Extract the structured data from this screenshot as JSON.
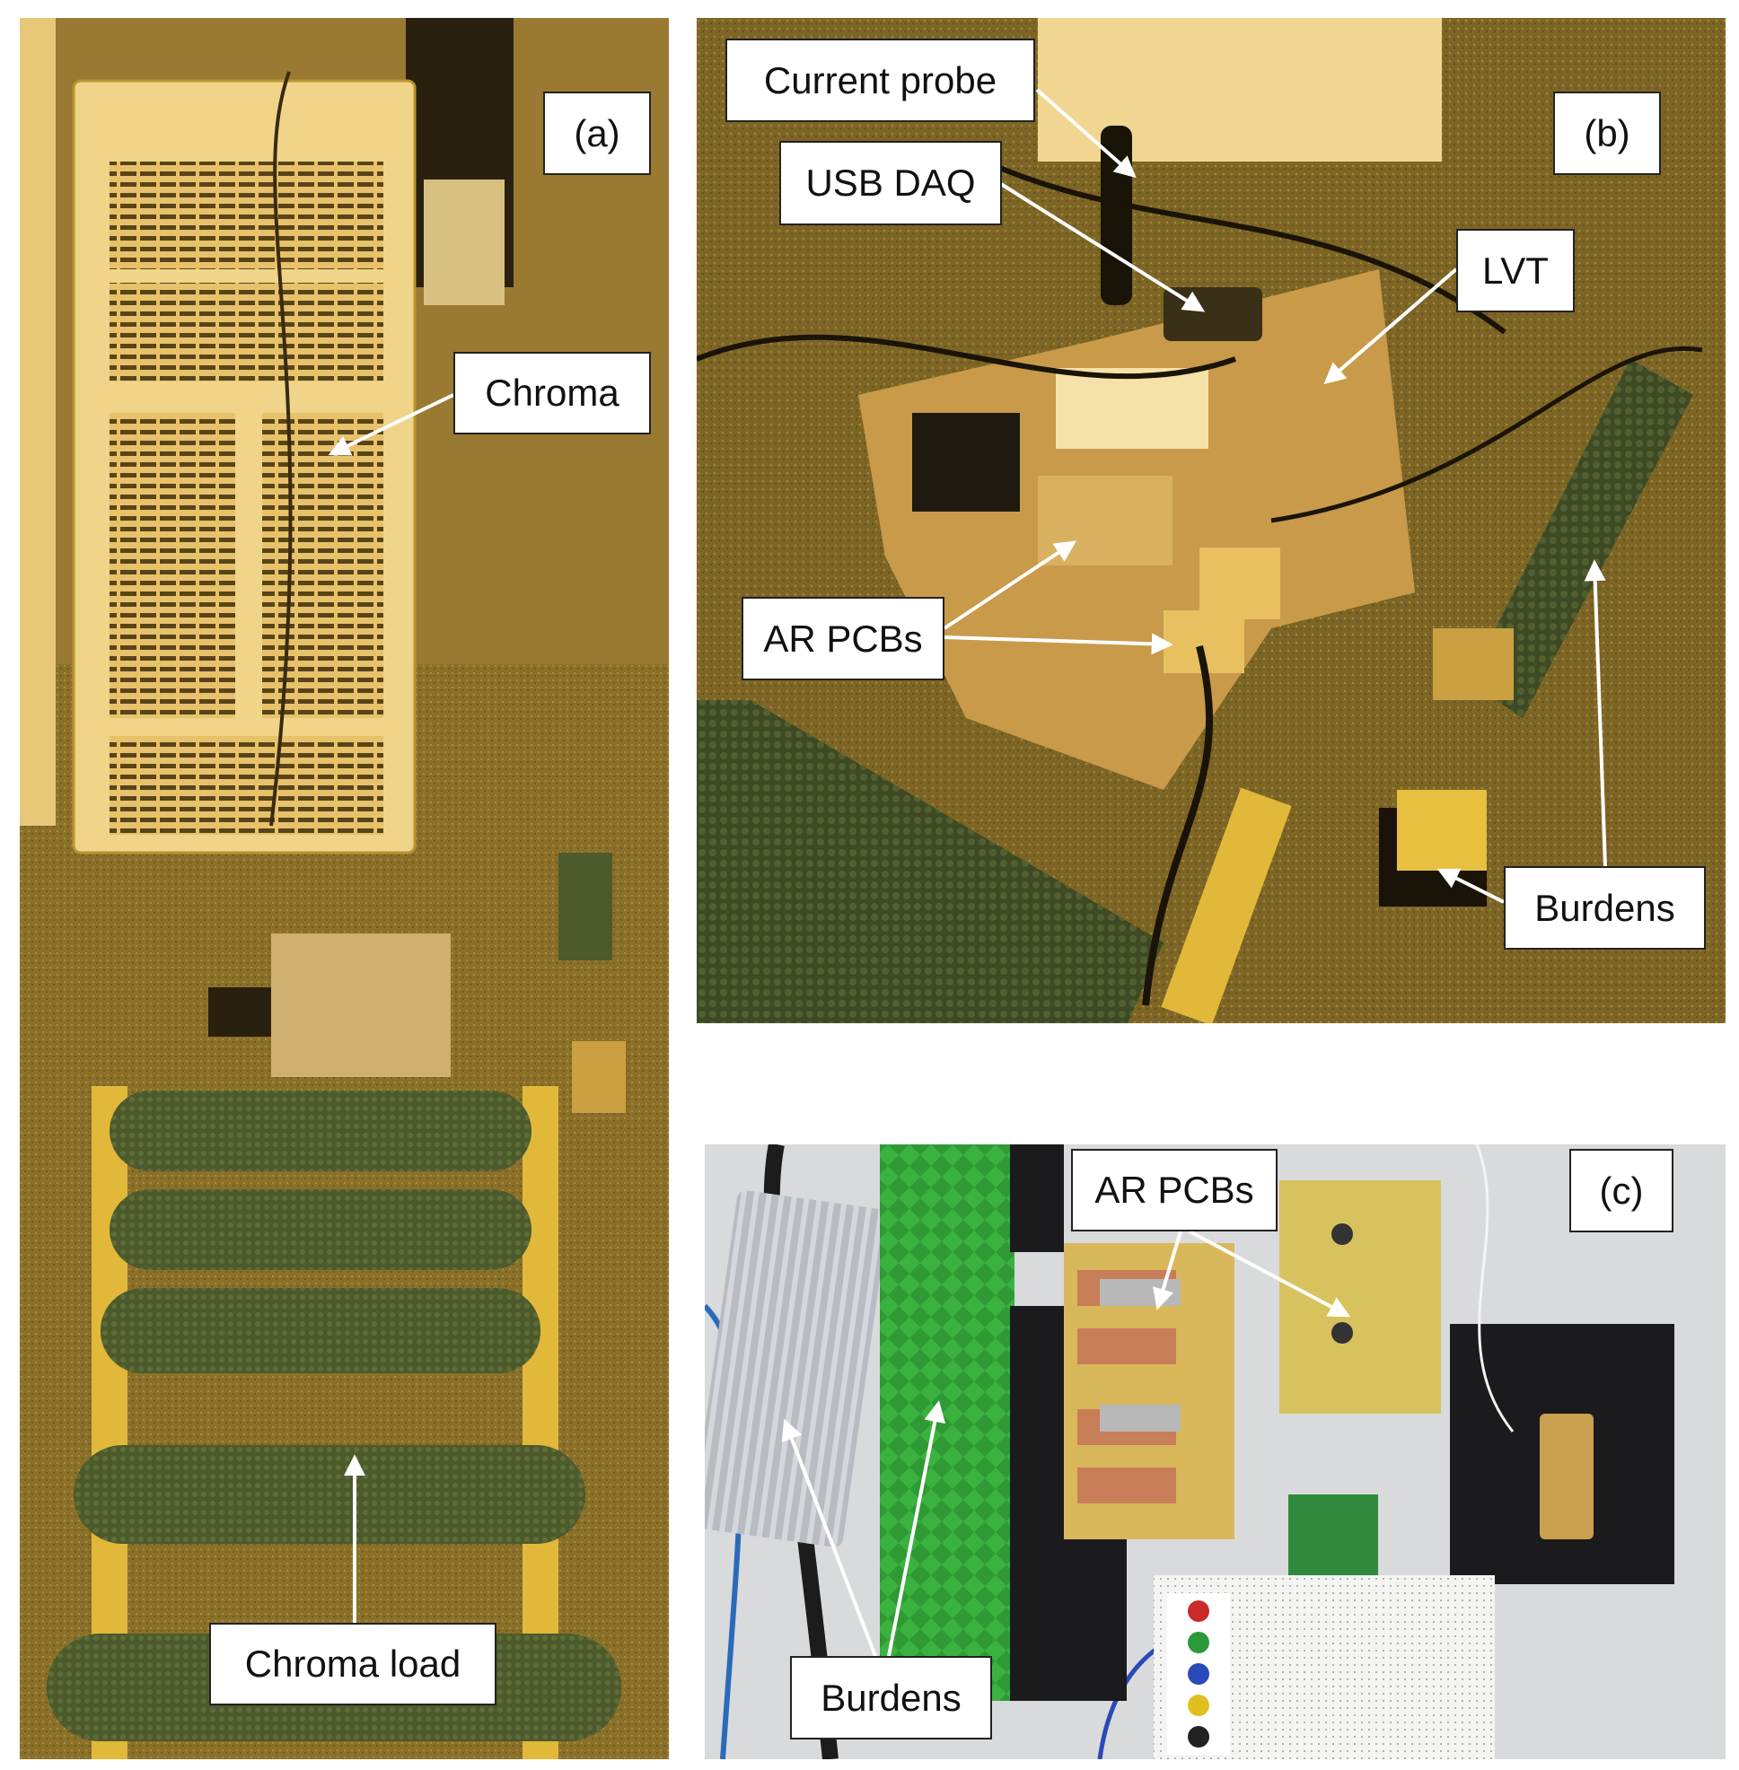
{
  "panels": {
    "a": {
      "tag": "(a)",
      "labels": {
        "chroma": "Chroma",
        "chroma_load": "Chroma load"
      }
    },
    "b": {
      "tag": "(b)",
      "labels": {
        "current_probe": "Current probe",
        "usb_daq": "USB DAQ",
        "lvt": "LVT",
        "ar_pcbs": "AR PCBs",
        "burdens": "Burdens"
      }
    },
    "c": {
      "tag": "(c)",
      "labels": {
        "ar_pcbs": "AR PCBs",
        "burdens": "Burdens"
      }
    }
  }
}
